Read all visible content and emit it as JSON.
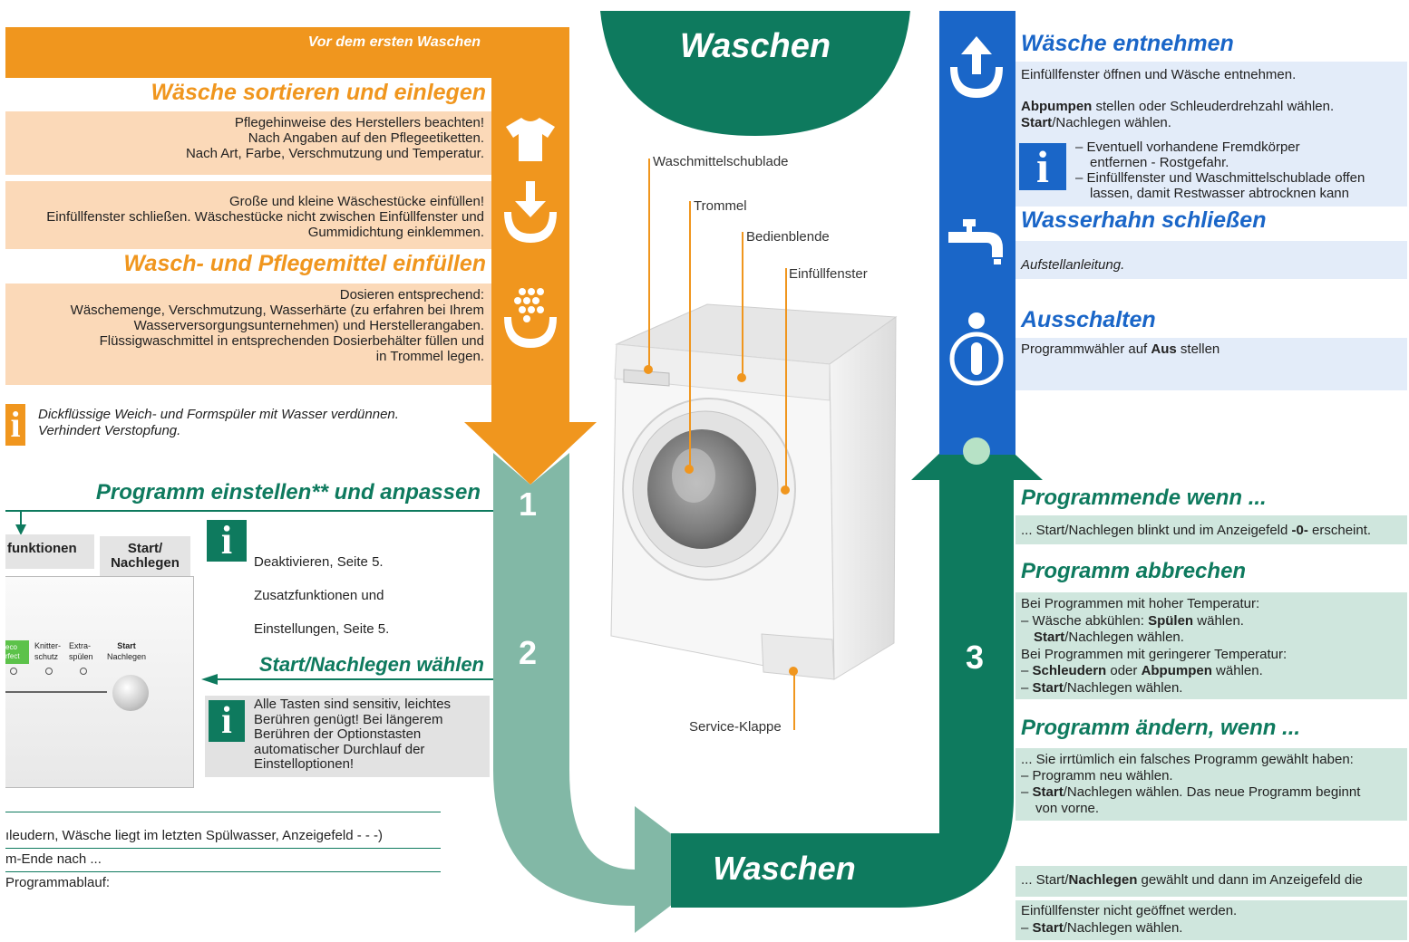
{
  "top_title": "Waschen",
  "bottom_title": "Waschen",
  "step_numbers": [
    "1",
    "2",
    "3"
  ],
  "left": {
    "banner": "Vor dem ersten Waschen",
    "sort_heading": "Wäsche sortieren und einlegen",
    "sort_lines": [
      "Pflegehinweise des Herstellers beachten!",
      "Nach Angaben auf den Pflegeetiketten.",
      "Nach Art, Farbe, Verschmutzung und Temperatur."
    ],
    "load_lines": [
      "Große und kleine Wäschestücke einfüllen!",
      "Einfüllfenster schließen. Wäschestücke nicht zwischen Einfüllfenster und",
      "Gummidichtung einklemmen."
    ],
    "detergent_heading": "Wasch- und Pflegemittel einfüllen",
    "detergent_lines": [
      "Dosieren entsprechend:",
      "Wäschemenge, Verschmutzung, Wasserhärte (zu erfahren bei Ihrem",
      "Wasserversorgungsunternehmen) und Herstellerangaben.",
      "Flüssigwaschmittel in entsprechenden Dosierbehälter füllen und",
      "in Trommel legen."
    ],
    "info_note_lines": [
      "Dickflüssige Weich- und Formspüler mit Wasser verdünnen.",
      "Verhindert Verstopfung."
    ],
    "program_heading": "Programm einstellen** und anpassen",
    "tab_functions": "funktionen",
    "tab_start_lines": [
      "Start/",
      "Nachlegen"
    ],
    "panel_labels": {
      "eco": [
        "eco",
        "rfect"
      ],
      "knitter": [
        "Knitter-",
        "schutz"
      ],
      "extra": [
        "Extra-",
        "spülen"
      ],
      "start": [
        "Start",
        "Nachlegen"
      ]
    },
    "program_info_lines": [
      "Deaktivieren, Seite 5.",
      "Zusatzfunktionen und",
      "Einstellungen, Seite 5."
    ],
    "start_heading": "Start/Nachlegen wählen",
    "start_info_lines": [
      "Alle Tasten sind sensitiv, leichtes",
      "Berühren genügt! Bei längerem",
      "Berühren der Optionstasten",
      "automatischer Durchlauf der",
      "Einstelloptionen!"
    ],
    "bottom_rows": [
      "ıleudern, Wäsche liegt im letzten Spülwasser, Anzeigefeld - - -)",
      "m-Ende nach ...",
      "Programmablauf:"
    ]
  },
  "machine_labels": {
    "drawer": "Waschmittelschublade",
    "drum": "Trommel",
    "panel": "Bedienblende",
    "door": "Einfüllfenster",
    "service": "Service-Klappe"
  },
  "right": {
    "remove_heading": "Wäsche entnehmen",
    "remove_line": "Einfüllfenster öffnen und Wäsche entnehmen.",
    "pump_bold": "Abpumpen",
    "pump_rest": " stellen oder Schleuderdrehzahl wählen.",
    "start_bold": "Start",
    "start_rest": "/Nachlegen wählen.",
    "remove_info_lines": [
      "– Eventuell vorhandene Fremdkörper",
      "entfernen - Rostgefahr.",
      "– Einfüllfenster und Waschmittelschublade offen",
      "lassen, damit Restwasser abtrocknen kann"
    ],
    "tap_heading": "Wasserhahn schließen",
    "tap_line": "Aufstellanleitung.",
    "off_heading": "Ausschalten",
    "off_pre": "Programmwähler auf ",
    "off_bold": "Aus",
    "off_post": " stellen",
    "end_heading": "Programmende wenn ...",
    "end_pre": "... Start/Nachlegen blinkt und im Anzeigefeld ",
    "end_bold": "-0-",
    "end_post": " erscheint.",
    "abort_heading": "Programm abbrechen",
    "abort_l1": "Bei Programmen mit hoher Temperatur:",
    "abort_l2_pre": "– Wäsche abkühlen: ",
    "abort_l2_bold": "Spülen",
    "abort_l2_post": " wählen.",
    "abort_l3_bold": "Start",
    "abort_l3_post": "/Nachlegen wählen.",
    "abort_l4": "Bei Programmen mit geringerer Temperatur:",
    "abort_l5_b1": "Schleudern",
    "abort_l5_mid": " oder ",
    "abort_l5_b2": "Abpumpen",
    "abort_l5_post": " wählen.",
    "abort_l6_bold": "Start",
    "abort_l6_post": "/Nachlegen wählen.",
    "change_heading": "Programm ändern, wenn ...",
    "change_l1": "... Sie irrtümlich ein falsches Programm gewählt haben:",
    "change_l2": "– Programm neu wählen.",
    "change_l3_bold": "Start",
    "change_l3_post": "/Nachlegen wählen. Das neue Programm beginnt",
    "change_l4": "von vorne.",
    "bottom_l1_pre": "... Start/",
    "bottom_l1_bold": "Nachlegen",
    "bottom_l1_post": " gewählt und dann im Anzeigefeld die",
    "bottom_l2": "Einfüllfenster nicht geöffnet werden.",
    "bottom_l3_bold": "Start",
    "bottom_l3_post": "/Nachlegen wählen."
  },
  "colors": {
    "orange": "#f0961e",
    "green": "#0e7a5e",
    "teal": "#82b8a6",
    "blue": "#1a66c8"
  }
}
